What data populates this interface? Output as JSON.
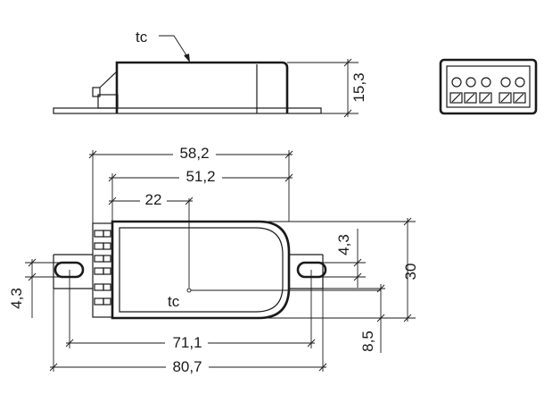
{
  "labels": {
    "tc_top": "tc",
    "height": "15,3",
    "overall_width_top": "58,2",
    "inner_width": "51,2",
    "tc_offset": "22",
    "tab_hole": "4,3",
    "body_height": "30",
    "left_hole": "4,3",
    "tc_center": "tc",
    "hole_spacing": "71,1",
    "offset_bottom": "8,5",
    "overall_length": "80,7"
  }
}
